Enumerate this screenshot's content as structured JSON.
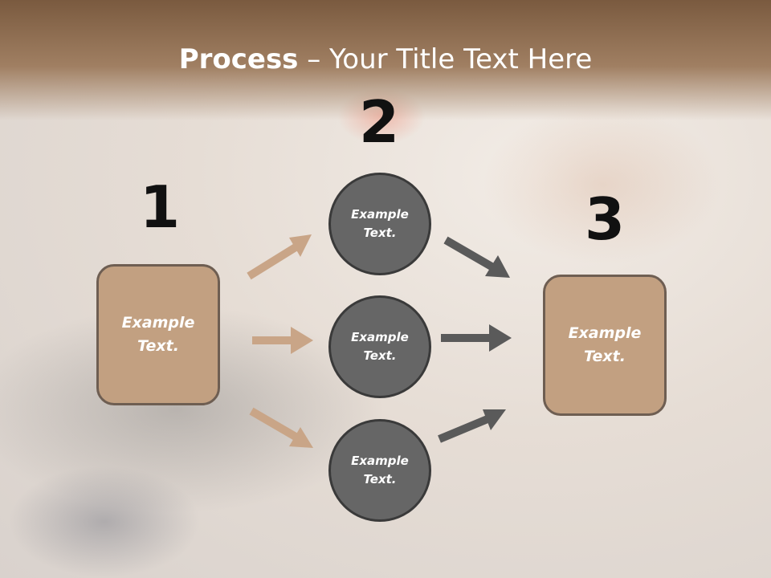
{
  "slide": {
    "title_bold": "Process",
    "title_rest": " – Your Title Text Here"
  },
  "steps": [
    {
      "number": "1",
      "label": "Example\nText."
    },
    {
      "number": "2",
      "label": "Example\nText."
    },
    {
      "number": "3",
      "label": "Example\nText."
    }
  ],
  "nodes": {
    "circle_top": "Example\nText.",
    "circle_middle": "Example\nText.",
    "circle_bottom": "Example\nText."
  },
  "colors": {
    "box_fill": "#c2a081",
    "box_border": "#6e5e52",
    "circle_fill": "#666666",
    "circle_border": "#3a3a3a",
    "arrow_tan": "#c9a587",
    "arrow_gray": "#5a5a5a",
    "header_band": "#7a5a3f"
  }
}
